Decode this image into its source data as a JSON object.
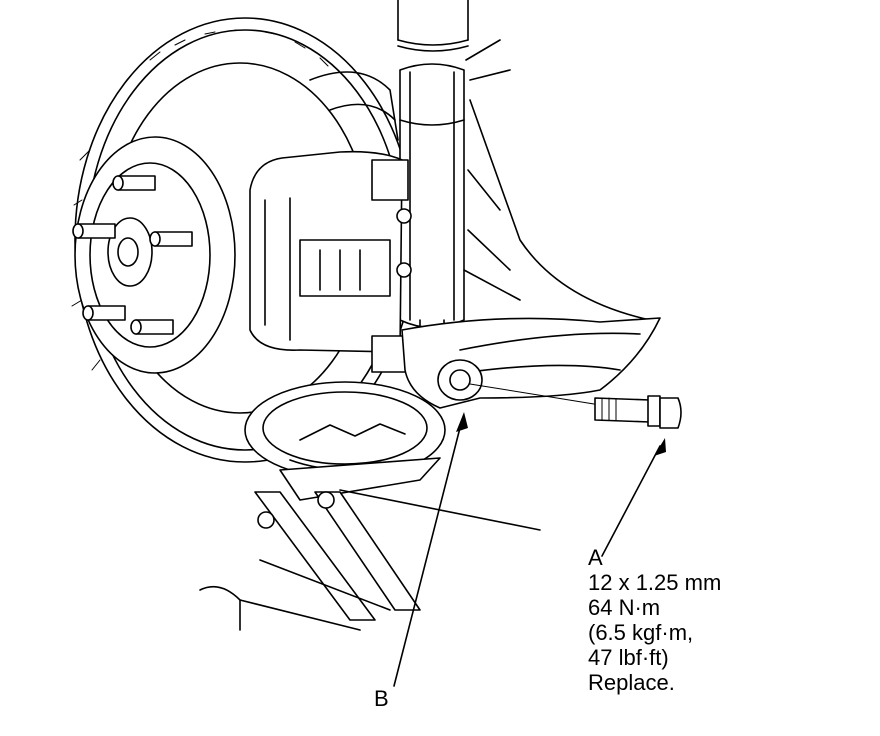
{
  "callouts": {
    "a": {
      "letter": "A",
      "lines": [
        "12 x 1.25 mm",
        "64 N·m",
        "(6.5 kgf·m,",
        "47 lbf·ft)",
        "Replace."
      ]
    },
    "b": {
      "letter": "B"
    }
  }
}
